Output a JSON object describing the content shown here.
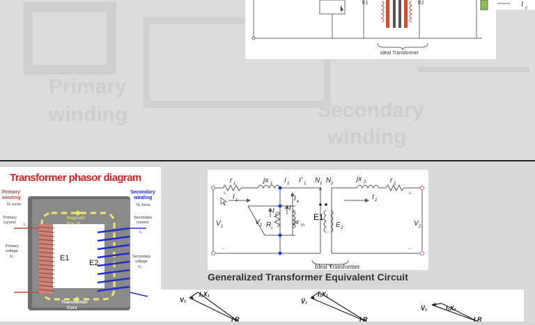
{
  "top_figure": {
    "e1": "E1",
    "e2": "E2",
    "ig": "I",
    "ig_sub": "g",
    "ideal_label": "Ideal Transformer"
  },
  "background_ghost": {
    "w1": "Primary",
    "w2": "winding",
    "w3": "Secondary",
    "w4": "winding"
  },
  "phasor_figure": {
    "title": "Transformer phasor diagram",
    "primary_winding": [
      "Primary",
      "winding"
    ],
    "primary_turns": "N₁ turns",
    "secondary_winding": [
      "Secondary",
      "winding"
    ],
    "secondary_turns": "N₂ turns",
    "primary_current": [
      "Primary",
      "current"
    ],
    "primary_current_sym": "I₁",
    "primary_voltage": [
      "Primary",
      "voltage"
    ],
    "primary_voltage_sym": "V₁",
    "secondary_current": [
      "Secondary",
      "current"
    ],
    "secondary_current_sym": "I₂",
    "secondary_voltage": [
      "Secondary",
      "voltage"
    ],
    "secondary_voltage_sym": "V₂",
    "flux": [
      "Magnetic",
      "flux, Φ"
    ],
    "e1": "E1",
    "e2": "E2",
    "core": [
      "Transformer",
      "Core"
    ]
  },
  "circuit_figure": {
    "r1": "r",
    "r1_sub": "1",
    "jx1": "jx",
    "jx1_sub": "1",
    "i1": "I",
    "i1_sub": "1",
    "i1p": "I'",
    "i1p_sub": "1",
    "n1": "N",
    "n1_sub": "1",
    "n2": "N",
    "n2_sub": "2",
    "jx2": "jx",
    "jx2_sub": "2",
    "r2": "r",
    "r2_sub": "2",
    "ie": "I",
    "ie_sub": "e",
    "ic": "I",
    "ic_sub": "c",
    "im": "I",
    "im_sub": "m",
    "v1": "V",
    "v1_sub": "1",
    "rc": "R",
    "rc_sub": "c",
    "jxm": "jx",
    "jxm_sub": "m",
    "e1": "E1",
    "e2": "E",
    "e2_sub": "2",
    "v2": "V",
    "v2_sub": "2",
    "i2": "I",
    "i2_sub": "2",
    "ideal_label": "Ideal Transformer"
  },
  "caption": "Generalized Transformer Equivalent Circuit",
  "vector_figure": {
    "v1a": "V₁",
    "ix_a": "I₁X₁",
    "v1b": "V̅₁",
    "ix_b": "I̅₁X₁",
    "v1c": "V̅₁",
    "ix_c": "I₁X₁",
    "ir": "I R"
  }
}
